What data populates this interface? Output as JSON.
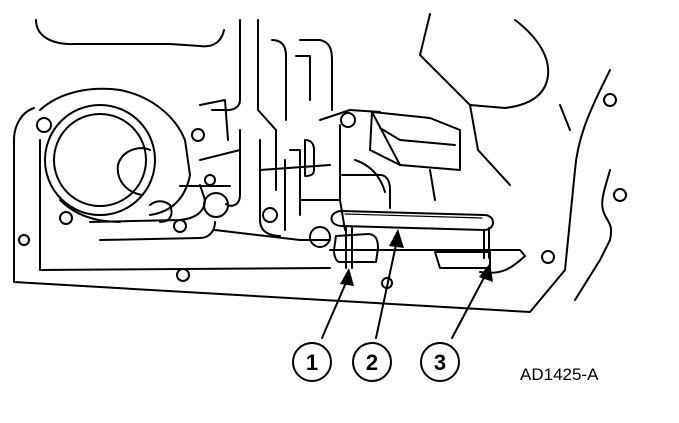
{
  "figure_id": "AD1425-A",
  "callouts": [
    {
      "label": "1"
    },
    {
      "label": "2"
    },
    {
      "label": "3"
    }
  ]
}
